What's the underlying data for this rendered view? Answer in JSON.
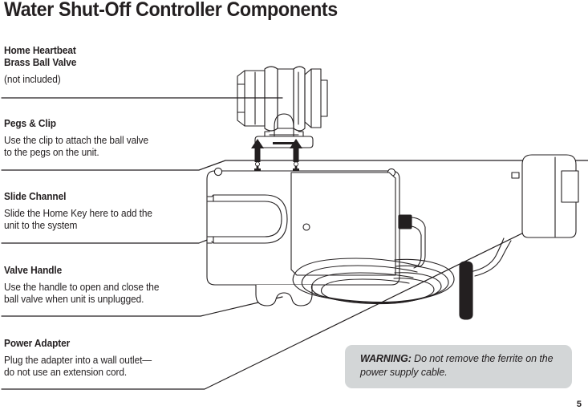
{
  "document": {
    "title": "Water Shut-Off Controller Components",
    "page_number": "5"
  },
  "callouts": [
    {
      "id": "ball-valve",
      "heading": "Home Heartbeat\nBrass Ball Valve",
      "body": "(not included)"
    },
    {
      "id": "pegs-clip",
      "heading": "Pegs & Clip",
      "body": "Use the clip to attach the ball valve\nto the pegs on the unit."
    },
    {
      "id": "slide-channel",
      "heading": "Slide Channel",
      "body": "Slide the Home Key here to add the\nunit to the system"
    },
    {
      "id": "valve-handle",
      "heading": "Valve Handle",
      "body": "Use the handle to open and close the\nball valve when unit is unplugged."
    },
    {
      "id": "power-adapter",
      "heading": "Power Adapter",
      "body": "Plug the adapter into a wall outlet—\ndo not use an extension cord."
    }
  ],
  "warning": {
    "label": "WARNING:",
    "text": " Do not remove the ferrite on the power supply cable."
  },
  "illustration": {
    "parts": [
      "brass-ball-valve",
      "attachment-pegs",
      "up-arrows",
      "controller-unit",
      "slide-channel",
      "valve-handle-notch",
      "cable-connector",
      "coiled-power-cable",
      "ferrite-band",
      "wall-power-adapter"
    ]
  },
  "colors": {
    "ink": "#231f20",
    "line": "#231f20",
    "warning_background": "#d3d6d7",
    "page_background": "#ffffff"
  }
}
